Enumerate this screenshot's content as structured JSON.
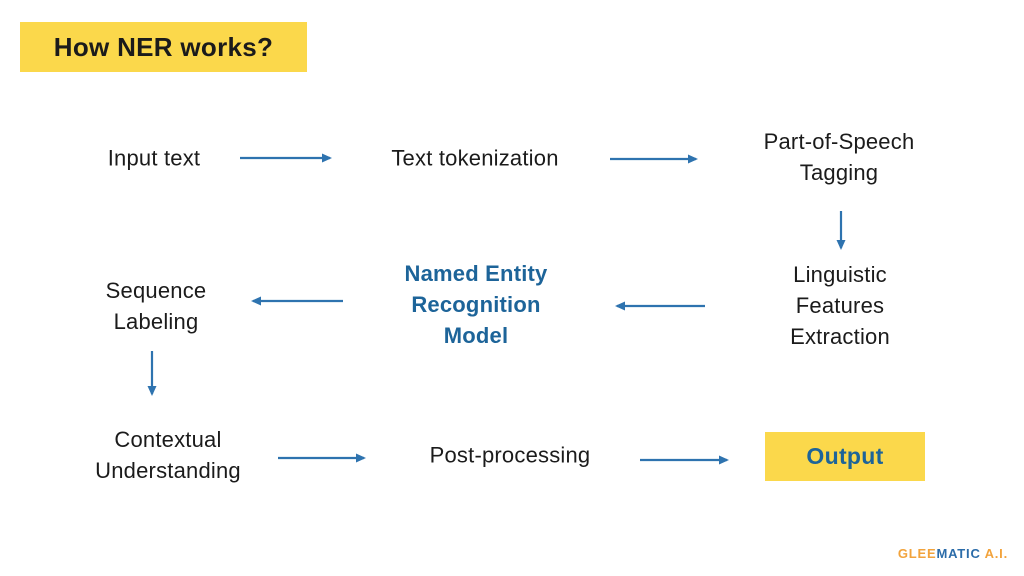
{
  "title": "How NER works?",
  "colors": {
    "accent_yellow": "#FBD84B",
    "arrow_blue": "#2E73AF",
    "highlight_blue": "#1D6499",
    "text_dark": "#1B1B1B",
    "logo_orange": "#F2A33C",
    "logo_blue": "#2B6CA9"
  },
  "nodes": {
    "input_text": {
      "label": "Input text"
    },
    "text_tokenization": {
      "label": "Text tokenization"
    },
    "pos_tagging": {
      "label": "Part-of-Speech\nTagging"
    },
    "sequence_labeling": {
      "label": "Sequence\nLabeling"
    },
    "ner_model": {
      "label": "Named Entity\nRecognition\nModel"
    },
    "linguistic_features": {
      "label": "Linguistic Features\nExtraction"
    },
    "contextual_understanding": {
      "label": "Contextual\nUnderstanding"
    },
    "post_processing": {
      "label": "Post-processing"
    },
    "output": {
      "label": "Output"
    }
  },
  "edges": [
    {
      "from": "input_text",
      "to": "text_tokenization"
    },
    {
      "from": "text_tokenization",
      "to": "pos_tagging"
    },
    {
      "from": "pos_tagging",
      "to": "linguistic_features"
    },
    {
      "from": "linguistic_features",
      "to": "ner_model"
    },
    {
      "from": "ner_model",
      "to": "sequence_labeling"
    },
    {
      "from": "sequence_labeling",
      "to": "contextual_understanding"
    },
    {
      "from": "contextual_understanding",
      "to": "post_processing"
    },
    {
      "from": "post_processing",
      "to": "output"
    }
  ],
  "logo": {
    "part1": "GLEE",
    "part2": "MATIC",
    "part3": " A.I."
  }
}
